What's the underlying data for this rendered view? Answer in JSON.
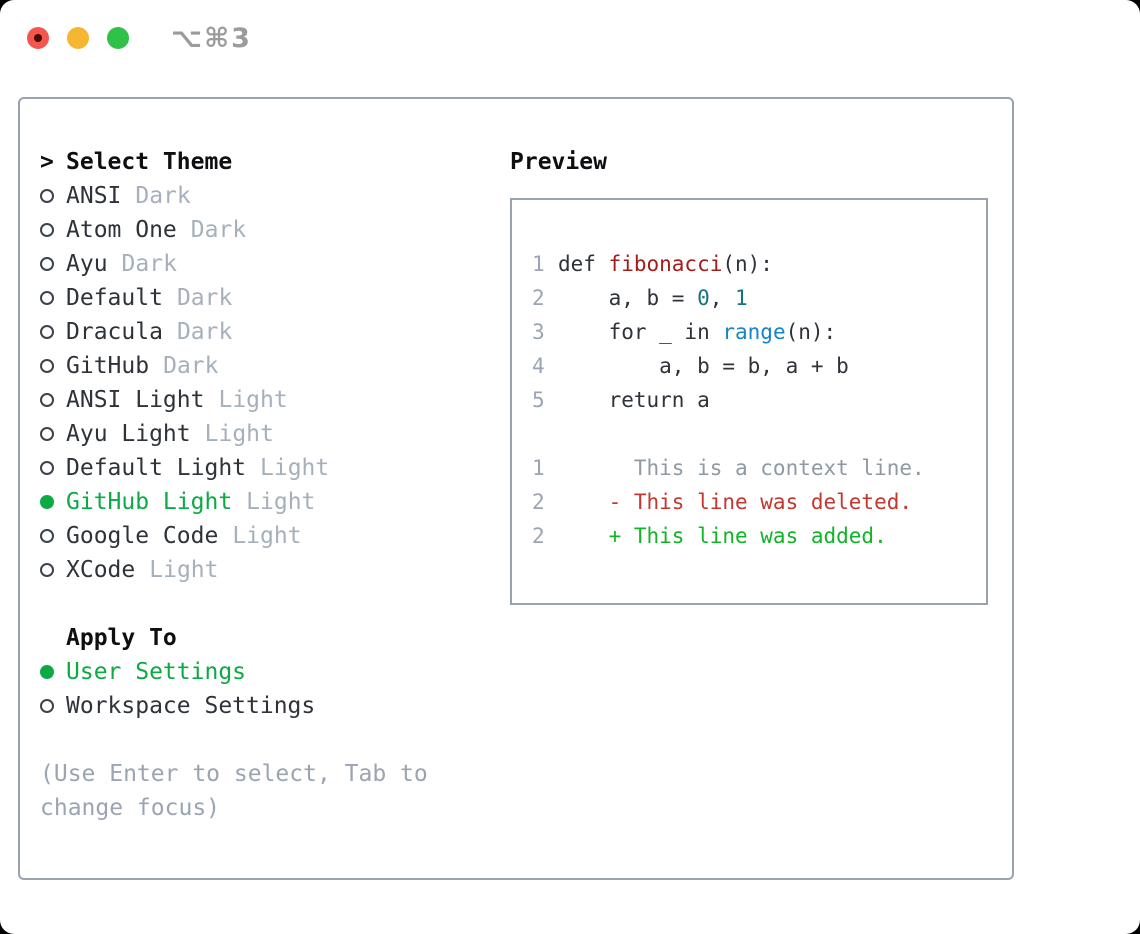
{
  "window": {
    "shortcut": "⌥⌘3",
    "traffic_lights": [
      {
        "name": "close",
        "color": "#f4564e",
        "dot_color": "#470c06"
      },
      {
        "name": "minimize",
        "color": "#f5b731"
      },
      {
        "name": "zoom",
        "color": "#2fc148"
      }
    ]
  },
  "theme_selector": {
    "title_prefix": ">",
    "title": "Select Theme",
    "themes": [
      {
        "name": "ANSI",
        "variant": "Dark",
        "selected": false
      },
      {
        "name": "Atom One",
        "variant": "Dark",
        "selected": false
      },
      {
        "name": "Ayu",
        "variant": "Dark",
        "selected": false
      },
      {
        "name": "Default",
        "variant": "Dark",
        "selected": false
      },
      {
        "name": "Dracula",
        "variant": "Dark",
        "selected": false
      },
      {
        "name": "GitHub",
        "variant": "Dark",
        "selected": false
      },
      {
        "name": "ANSI Light",
        "variant": "Light",
        "selected": false
      },
      {
        "name": "Ayu Light",
        "variant": "Light",
        "selected": false
      },
      {
        "name": "Default Light",
        "variant": "Light",
        "selected": false
      },
      {
        "name": "GitHub Light",
        "variant": "Light",
        "selected": true
      },
      {
        "name": "Google Code",
        "variant": "Light",
        "selected": false
      },
      {
        "name": "XCode",
        "variant": "Light",
        "selected": false
      }
    ],
    "apply_to": {
      "title": "Apply To",
      "options": [
        {
          "name": "User Settings",
          "selected": true
        },
        {
          "name": "Workspace Settings",
          "selected": false
        }
      ]
    },
    "hint": "(Use Enter to select, Tab to change focus)"
  },
  "preview": {
    "title": "Preview",
    "lines": [
      {
        "num": "1",
        "segments": [
          {
            "text": "def ",
            "token": "plain"
          },
          {
            "text": "fibonacci",
            "token": "function"
          },
          {
            "text": "(n):",
            "token": "plain"
          }
        ]
      },
      {
        "num": "2",
        "segments": [
          {
            "text": "    a, b = ",
            "token": "plain"
          },
          {
            "text": "0",
            "token": "number"
          },
          {
            "text": ", ",
            "token": "plain"
          },
          {
            "text": "1",
            "token": "number"
          }
        ]
      },
      {
        "num": "3",
        "segments": [
          {
            "text": "    for _ in ",
            "token": "plain"
          },
          {
            "text": "range",
            "token": "builtin"
          },
          {
            "text": "(n):",
            "token": "plain"
          }
        ]
      },
      {
        "num": "4",
        "segments": [
          {
            "text": "        a, b = b, a + b",
            "token": "plain"
          }
        ]
      },
      {
        "num": "5",
        "segments": [
          {
            "text": "    return a",
            "token": "plain"
          }
        ]
      },
      {
        "num": "",
        "segments": []
      },
      {
        "num": "1",
        "segments": [
          {
            "text": "      This is a context line.",
            "token": "context"
          }
        ]
      },
      {
        "num": "2",
        "segments": [
          {
            "text": "    - This line was deleted.",
            "token": "deleted"
          }
        ]
      },
      {
        "num": "2",
        "segments": [
          {
            "text": "    + This line was added.",
            "token": "added"
          }
        ]
      }
    ]
  },
  "colors": {
    "selection_green": "#0caa45",
    "added_green": "#10b427",
    "deleted_red": "#c2372e",
    "function_red": "#a31c1c",
    "builtin_blue": "#1585c5",
    "number_teal": "#0e767e",
    "muted_gray": "#9aa4b2",
    "text_dark": "#2e333a",
    "border_gray": "#99a3af"
  }
}
